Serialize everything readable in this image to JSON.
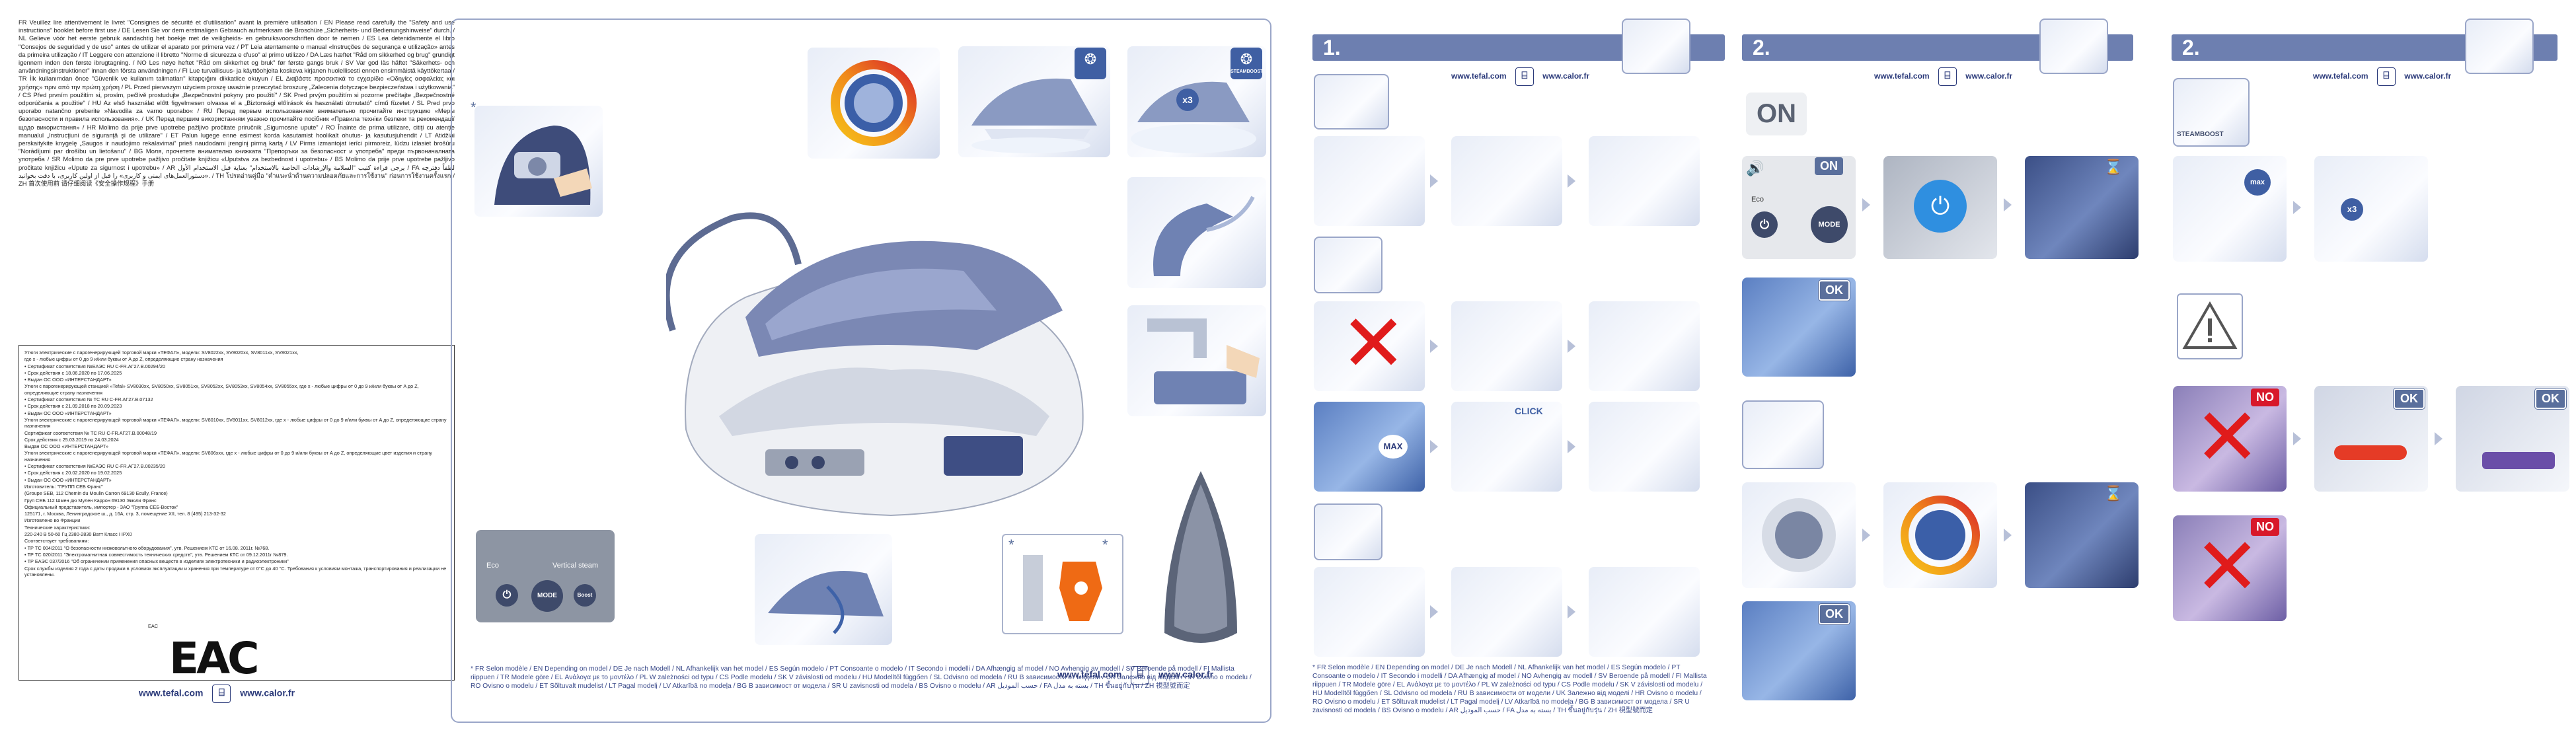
{
  "intro_text": "FR Veuillez lire attentivement le livret \"Consignes de sécurité et d'utilisation\" avant la première utilisation / EN Please read carefully the \"Safety and use instructions\" booklet before first use / DE Lesen Sie vor dem erstmaligen Gebrauch aufmerksam die Broschüre „Sicherheits- und Bedienungshinweise\" durch. / NL Gelieve vóór het eerste gebruik aandachtig het boekje met de veiligheids- en gebruiksvoorschriften door te nemen / ES Lea detenidamente el libro \"Consejos de seguridad y de uso\" antes de utilizar el aparato por primera vez / PT Leia atentamente o manual «Instruções de segurança e utilização» antes da primeira utilização / IT Leggere con attenzione il libretto \"Norme di sicurezza e d'uso\" al primo utilizzo / DA Læs hæftet \"Råd om sikkerhed og brug\" grundigt igennem inden den første ibrugtagning. / NO Les nøye heftet \"Råd om sikkerhet og bruk\" før første gangs bruk / SV Var god läs häftet \"Säkerhets- och användningsinstruktioner\" innan den första användningen / FI Lue turvallisuus- ja käyttöohjeita koskeva kirjanen huolellisesti ennen ensimmäistä käyttökertaa / TR İlk kullanımdan önce \"Güvenlik ve kullanım talimatları\" kitapçığını dikkatlice okuyun / EL Διαβάστε προσεκτικά το εγχειρίδιο «Οδηγίες ασφαλείας και χρήσης» πριν από την πρώτη χρήση / PL Przed pierwszym użyciem proszę uważnie przeczytać broszurę „Zalecenia dotyczące bezpieczeństwa i użytkowania\" / CS Před prvním použitím si, prosím, pečlivě prostudujte „Bezpečnostní pokyny pro použití\" / SK Pred prvým použitím si pozorne prečítajte „Bezpečnostné odporúčania a použitie\" / HU Az első használat előtt figyelmesen olvassa el a „Biztonsági előírások és használati útmutató\" című füzetet / SL Pred prvo uporabo natančno preberite »Navodila za varno uporabo« / RU Перед первым использованием внимательно прочитайте инструкцию «Меры безопасности и правила использования». / UK Перед першим використанням уважно прочитайте посібник «Правила техніки безпеки та рекомендації щодо використання» / HR Molimo da prije prve upotrebe pažljivo pročitate priručnik „Sigurnosne upute\" / RO Înainte de prima utilizare, citiţi cu atenţie manualul „Instrucţiuni de siguranţă şi de utilizare\" / ET Palun lugege enne esimest korda kasutamist hoolikalt ohutus- ja kasutusjuhendit / LT Atidžiai perskaitykite knygelę „Saugos ir naudojimo rekalavimai\" prieš naudodami įrenginį pirmą kartą / LV Pirms izmantojat ierīci pirmoreiz, lūdzu izlasiet brošūru \"Norādījumi par drošību un lietošanu\" / BG Моля, прочетете внимателно книжката \"Препоръки за безопасност и употреба\" преди първоначалната употреба / SR Molimo da pre prve upotrebe pažljivo pročitate knjižicu «Uputstva za bezbednost i upotrebu» / BS Molimo da prije prve upotrebe pažljivo pročitate knjižicu «Upute za sigurnost i upotrebu» / AR يرجى قراءة كتيب \"السلامة والإرشادات الخاصة بالاستخدام\" بعناية قبل الاستخدام الأول / FA لطفاً دفترچه «دستورالعمل‌های ایمنی و کاربری» را قبل از اولین کاربری، با دقت بخوانید. / TH โปรดอ่านคู่มือ \"คำแนะนำด้านความปลอดภัยและการใช้งาน\" ก่อนการใช้งานครั้งแรก / ZH 首次使用前 请仔细阅读《安全操作规程》手册",
  "legal_lines": [
    "Утюги электрические с парогенерирующей торговой марки «ТЕФАЛ», модели: SV8022xx, SV8020xx, SV8011xx, SV8021xx,",
    "где x - любые цифры от 0 до 9 и/или буквы от A до Z, определяющие страну назначения",
    "• Сертификат соответствия №ЕАЭС RU С-FR.АГ27.В.00294/20",
    "• Срок действия с 18.06.2020 по 17.06.2025",
    "• Выдан ОС ООО «ИНТЕРСТАНДАРТ»",
    "Утюги с парогенерирующей станцией «Tefal» SV8030xx, SV8050xx, SV8051xx, SV8052xx, SV8053xx, SV8054xx, SV8055xx, где x - любые цифры от 0 до 9 и/или буквы от A до Z, определяющие страну назначения",
    "• Сертификат соответствия № ТС RU С-FR.АГ27.В.07132",
    "• Срок действия с 21.09.2018 по 20.09.2023",
    "• Выдан ОС ООО «ИНТЕРСТАНДАРТ»",
    "Утюги электрические с парогенерирующей торговой марки «ТЕФАЛ», модели: SV8010xx, SV8011xx, SV8012xx, где x - любые цифры от 0 до 9 и/или буквы от A до Z, определяющие страну назначения",
    "Сертификат соответствия № ТС RU С-FR.АГ27.В.00048/19",
    "Срок действия с 25.03.2019 по 24.03.2024",
    "Выдан ОС ООО «ИНТЕРСТАНДАРТ»",
    "Утюги электрические с парогенерирующей торговой марки «ТЕФАЛ», модели: SV806xxx, где x - любые цифры от 0 до 9 и/или буквы от A до Z, определяющие цвет изделия и страну назначения",
    "• Сертификат соответствия №ЕАЭС RU С-FR.АГ27.В.00235/20",
    "• Срок действия с 20.02.2020 по 19.02.2025",
    "• Выдан ОС ООО «ИНТЕРСТАНДАРТ»",
    "Изготовитель: \"ГРУПП СЕБ Франс\"",
    "(Groupe SEB, 112 Chemin du Moulin Carron 69130 Ecully, France)",
    "Груп СЕБ 112 Шмен дю Мулен Каррон 69130 Экюли Франс",
    "Официальный представитель, импортер - ЗАО \"Группа СЕБ-Восток\"",
    "125171, г. Москва, Ленинградское ш., д. 16А, стр. 3, помещение XII, тел. 8 (495) 213-32-32",
    "Изготовлено во Франции",
    "Технические характеристики:",
    "220-240 В 50-60 Гц 2380-2830 Ватт Класс I IPX0",
    "Соответствует требованиям:",
    "• ТР ТС 004/2011 \"О безопасности низковольтного оборудования\", утв. Решением КТС от 16.08. 2011г. №768.",
    "• ТР ТС 020/2011 \"Электромагнитная совместимость технических средств\", утв. Решением КТС от 09.12.2011г №879.",
    "• ТР ЕАЭС 037/2016 \"Об ограничении применения опасных веществ в изделиях электротехники и радиоэлектроники\"",
    "Срок службы изделия 2 года с даты продажи в условиях эксплуатации и хранения при температуре от 0°С до 40 °С. Требования к условиям монтажа, транспортирования и реализации не установлены."
  ],
  "eac_mark": "EAC",
  "web": {
    "left": "www.tefal.com",
    "right": "www.calor.fr",
    "icon": "phone-tablet-icon"
  },
  "panel": {
    "star": "*",
    "badge_steam_label": "",
    "badge_steamboost_label": "STEAMBOOST",
    "x3": "x3",
    "control": {
      "eco": "Eco",
      "vertical": "Vertical steam",
      "mode": "MODE",
      "boost": "Boost"
    }
  },
  "steps": {
    "s1": "1.",
    "s2": "2.",
    "s3": "2."
  },
  "tags": {
    "max": "MAX",
    "click": "CLICK",
    "on_big": "ON",
    "on": "ON",
    "ok": "OK",
    "no": "NO",
    "eco": "Eco",
    "mode": "MODE",
    "max_small": "max",
    "steamboost": "STEAMBOOST"
  },
  "footnotes": {
    "panel": "* FR Selon modèle / EN Depending on model / DE Je nach Modell / NL Afhankelijk van het model / ES Según modelo / PT Consoante o modelo / IT Secondo i modelli / DA Afhængig af model / NO Avhengig av modell / SV Beroende på modell / FI Mallista riippuen / TR Modele göre / EL Ανάλογα με το μοντέλο / PL W zależności od typu / CS Podle modelu / SK V závislosti od modelu / HU Modelltől függően / SL Odvisno od modela / RU В зависимости от модели / UK Залежно від моделі / HR Ovisno o modelu / RO Ovisno o modelu / ET Sõltuvalt mudelist / LT Pagal modelį / LV Atkarībā no modeļa / BG В зависимост от модела / SR U zavisnosti od modela / BS Ovisno o modelu / AR حسب الموديل / FA بسته به مدل / TH ขึ้นอยู่กับรุ่น / ZH 視型號而定",
    "steps": "* FR Selon modèle / EN Depending on model / DE Je nach Modell / NL Afhankelijk van het model / ES Según modelo / PT Consoante o modelo / IT Secondo i modelli / DA Afhængig af model / NO Avhengig av modell / SV Beroende på modell / FI Mallista riippuen / TR Modele göre / EL Ανάλογα με το μοντέλο / PL W zależności od typu / CS Podle modelu / SK V závislosti od modelu / HU Modelltől függően / SL Odvisno od modela / RU В зависимости от модели / UK Залежно від моделі / HR Ovisno o modelu / RO Ovisno o modelu / ET Sõltuvalt mudelist / LT Pagal modelį / LV Atkarībā no modeļa / BG В зависимост от модела / SR U zavisnosti od modela / BS Ovisno o modelu / AR حسب الموديل / FA بسته به مدل / TH ขึ้นอยู่กับรุ่น / ZH 視型號而定"
  },
  "colors": {
    "accent": "#6d7fb0",
    "border": "#9aa6c8",
    "ok": "#5a6f9c",
    "no": "#d8182a",
    "link": "#2b3a7a"
  }
}
